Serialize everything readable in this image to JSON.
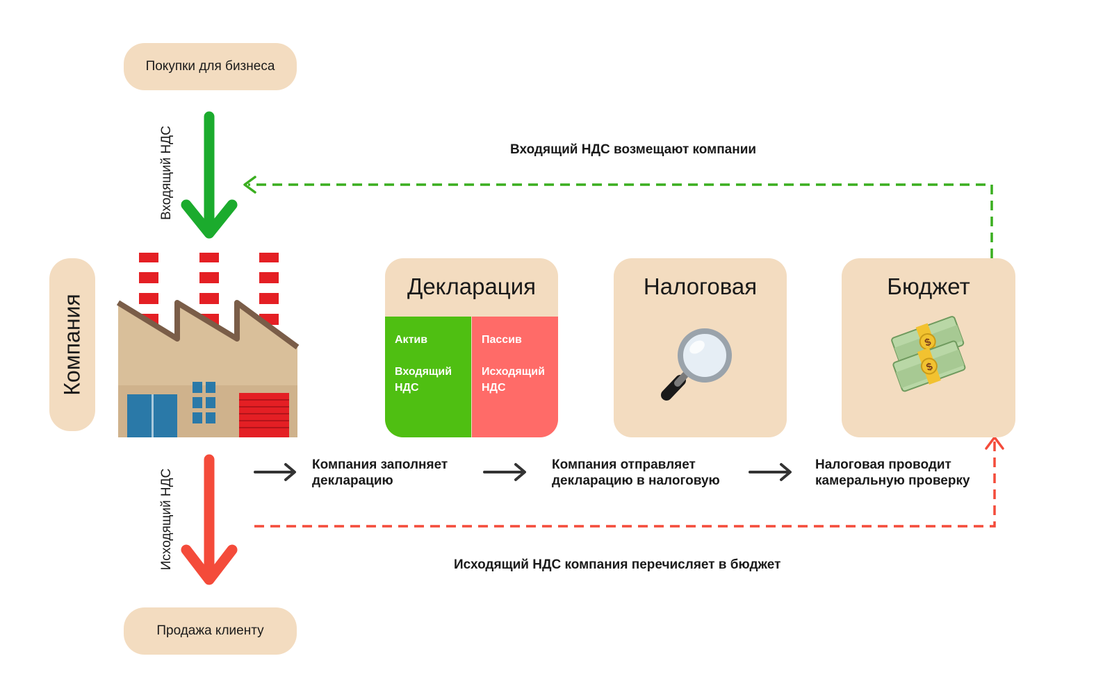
{
  "nodes": {
    "purchases": "Покупки для бизнеса",
    "sale": "Продажа клиенту",
    "company": "Компания"
  },
  "labels": {
    "incoming_vat": "Входящий НДС",
    "outgoing_vat": "Исходящий НДС",
    "refund_flow": "Входящий НДС возмещают компании",
    "payment_flow": "Исходящий НДС компания перечисляет в бюджет"
  },
  "cards": {
    "declaration": {
      "title": "Декларация",
      "asset_header": "Актив",
      "asset_value": "Входящий НДС",
      "liability_header": "Пассив",
      "liability_value": "Исходящий НДС"
    },
    "tax_office": {
      "title": "Налоговая",
      "icon": "magnifier-icon"
    },
    "budget": {
      "title": "Бюджет",
      "icon": "money-stack-icon"
    }
  },
  "steps": [
    "Компания заполняет декларацию",
    "Компания отправляет декларацию в налоговую",
    "Налоговая проводит камеральную проверку"
  ],
  "colors": {
    "beige": "#f3dcc0",
    "green": "#1bab2d",
    "red": "#f44b3a",
    "asset_cell": "#4fbf12",
    "liability_cell": "#ff6b68"
  }
}
